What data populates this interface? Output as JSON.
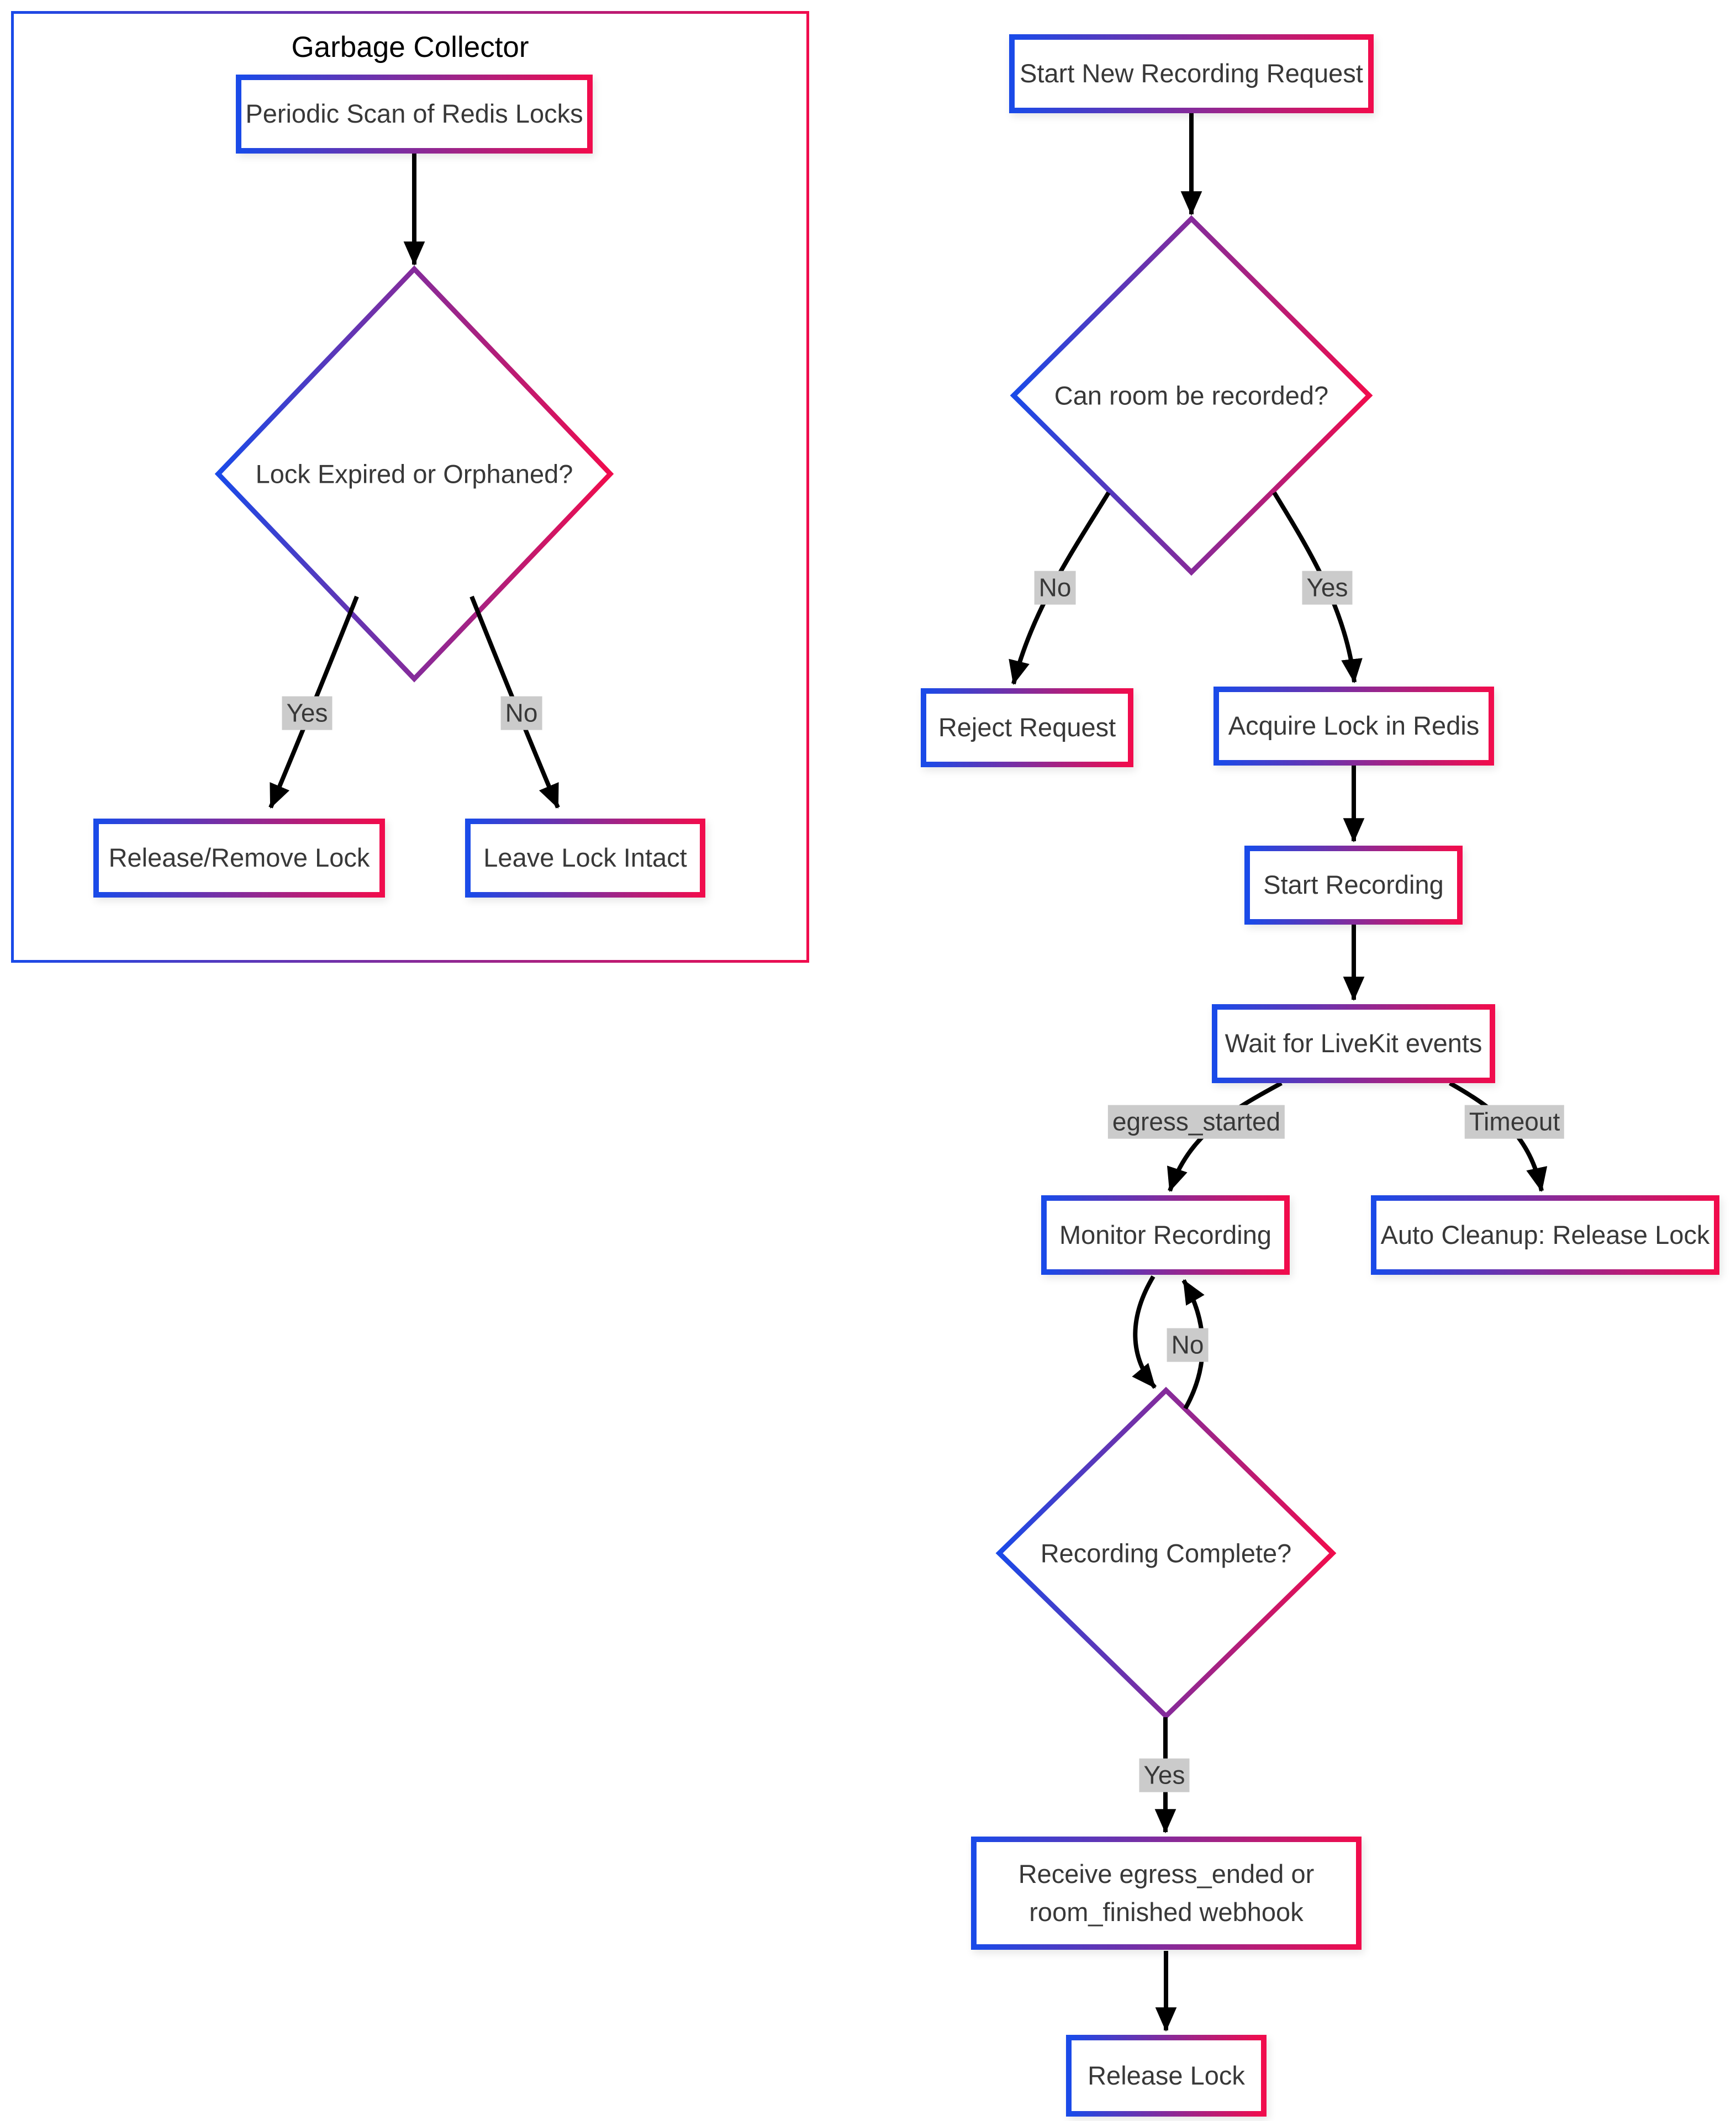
{
  "colors": {
    "gradient_start": "#1A4AE8",
    "gradient_end": "#F00C4D",
    "edge_label_bg": "#CBCBCB",
    "node_text": "#383838",
    "title_text": "#000000",
    "arrow": "#000000",
    "canvas_bg": "#FFFFFF"
  },
  "subgraph": {
    "title": "Garbage Collector"
  },
  "nodes": {
    "periodic_scan": "Periodic Scan of Redis Locks",
    "lock_expired": "Lock Expired or Orphaned?",
    "release_remove": "Release/Remove Lock",
    "leave_intact": "Leave Lock Intact",
    "start_request": "Start New Recording Request",
    "can_record": "Can room be recorded?",
    "reject": "Reject Request",
    "acquire": "Acquire Lock in Redis",
    "start_recording": "Start Recording",
    "wait_events": "Wait for LiveKit events",
    "monitor": "Monitor Recording",
    "auto_cleanup": "Auto Cleanup: Release Lock",
    "recording_complete": "Recording Complete?",
    "receive_webhook_line1": "Receive egress_ended or",
    "receive_webhook_line2": "room_finished webhook",
    "release_lock": "Release Lock"
  },
  "edge_labels": {
    "gc_yes": "Yes",
    "gc_no": "No",
    "can_no": "No",
    "can_yes": "Yes",
    "egress_started": "egress_started",
    "timeout": "Timeout",
    "loop_no": "No",
    "complete_yes": "Yes"
  }
}
